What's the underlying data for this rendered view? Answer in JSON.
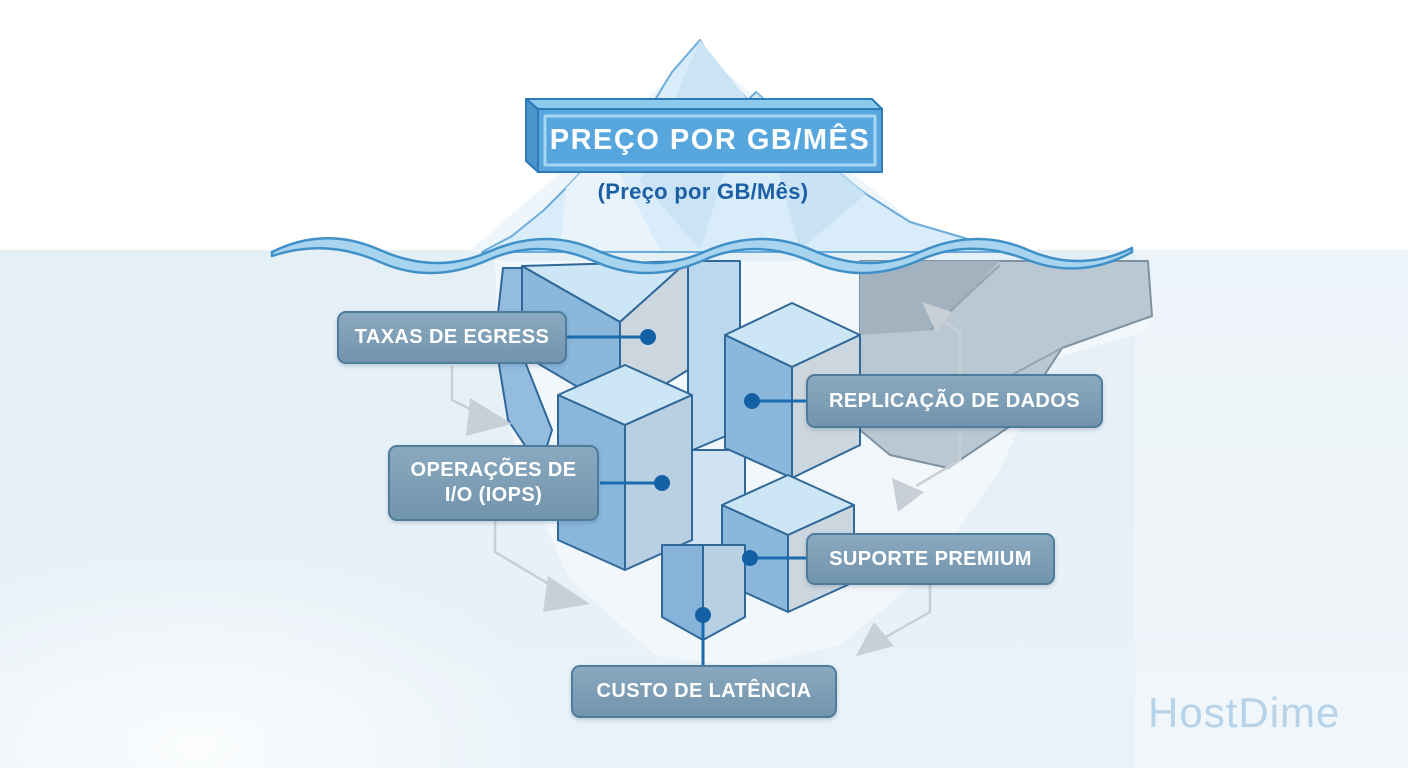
{
  "banner": {
    "label": "PREÇO POR GB/MÊS"
  },
  "subtitle": "(Preço por GB/Mês)",
  "labels": {
    "egress": "TAXAS DE EGRESS",
    "replication": "REPLICAÇÃO DE DADOS",
    "iops": "OPERAÇÕES DE I/O (IOPS)",
    "support": "SUPORTE PREMIUM",
    "latency": "CUSTO DE LATÊNCIA"
  },
  "watermark": "HostDime",
  "colors": {
    "banner_fill": "#57a6de",
    "banner_edge": "#2e7ab6",
    "banner_highlight": "#a6d7f2",
    "subtitle_text": "#1b5fa5",
    "label_fill": "#7e9fb7",
    "label_border": "#4e7c9c",
    "water_ribbon": "#a9d4ef",
    "water_stroke": "#4090c8",
    "underwater_bg": "#e9f2f8",
    "iceberg_above": "#d9ecf9",
    "cube_top": "#cde6f5",
    "cube_blue": "#8ab7dc",
    "cube_gray": "#ccd6df",
    "cube_outline": "#2f6899",
    "connector": "#1a6cae",
    "arrow_gray": "#c8cfd6",
    "watermark_text": "#b7d3e9"
  }
}
